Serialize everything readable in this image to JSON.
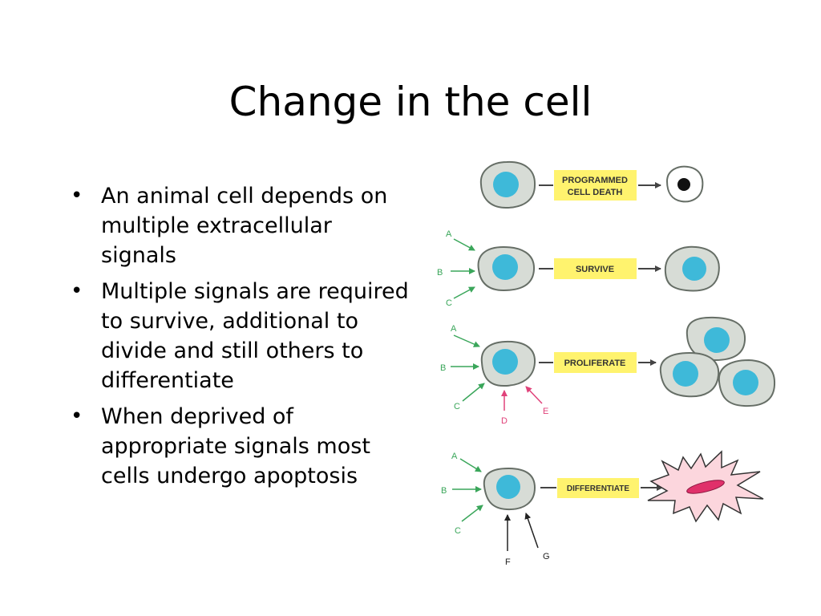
{
  "slide": {
    "title": "Change in the cell",
    "bullets": [
      "An animal cell depends on multiple extracellular signals",
      "Multiple signals are required to survive, additional to divide and still others to differentiate",
      "When deprived of appropriate signals most cells undergo apoptosis"
    ]
  },
  "diagram": {
    "colors": {
      "cell_fill": "#d7dcd6",
      "cell_outline": "#666e66",
      "nucleus": "#3eb9d9",
      "label_box": "#fff36e",
      "arrow_green": "#3aa65a",
      "arrow_pink": "#e0427a",
      "neuron_fill": "#fcd6dd",
      "neuron_nucleus": "#e0306a"
    },
    "rows": [
      {
        "outcome": "PROGRAMMED",
        "outcome2": "CELL DEATH",
        "signals": []
      },
      {
        "outcome": "SURVIVE",
        "signals": [
          "A",
          "B",
          "C"
        ]
      },
      {
        "outcome": "PROLIFERATE",
        "signals": [
          "A",
          "B",
          "C",
          "D",
          "E"
        ]
      },
      {
        "outcome": "DIFFERENTIATE",
        "signals": [
          "A",
          "B",
          "C",
          "F",
          "G"
        ]
      }
    ]
  }
}
